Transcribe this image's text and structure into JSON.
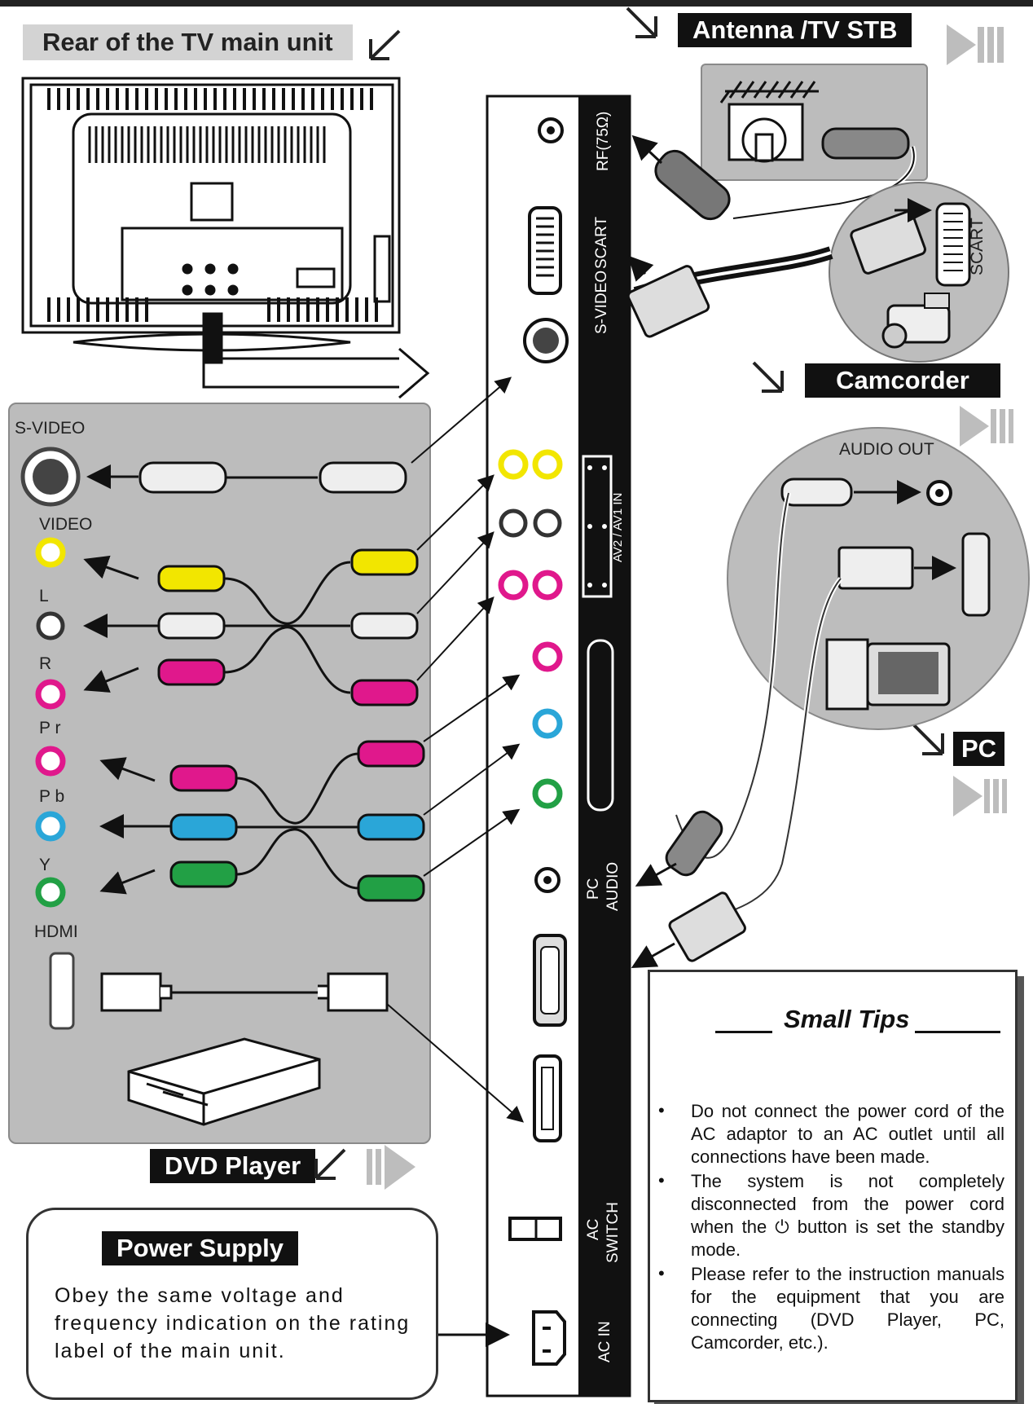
{
  "labels": {
    "rear": "Rear of the TV main unit",
    "antenna": "Antenna /TV STB",
    "camcorder": "Camcorder",
    "pc": "PC",
    "dvd": "DVD Player",
    "power": "Power Supply"
  },
  "ports_left": {
    "svideo": "S-VIDEO",
    "video": "VIDEO",
    "l": "L",
    "r": "R",
    "pr": "P r",
    "pb": "P b",
    "y": "Y",
    "hdmi": "HDMI"
  },
  "ports_panel": {
    "rf": "RF(75Ω)",
    "scart": "SCART",
    "svideo_in": "S-VIDEO",
    "av": "AV2 / AV1 IN",
    "pc_audio_1": "PC",
    "pc_audio_2": "AUDIO",
    "ac_switch_1": "AC",
    "ac_switch_2": "SWITCH",
    "ac_in": "AC IN"
  },
  "right_labels": {
    "scart": "SCART",
    "audio_out": "AUDIO OUT"
  },
  "power_text": "Obey the same voltage and frequency indication on the rating label of the main unit.",
  "tips": {
    "title": "Small Tips",
    "items": [
      "Do not connect the power cord of the AC adaptor to an AC outlet until all connections have been made.",
      "The system is not completely disconnected from the power cord when the ⏻ button  is set the standby mode.",
      "Please refer to the instruction manuals for the equipment that you are connecting (DVD Player, PC, Camcorder, etc.)."
    ]
  },
  "colors": {
    "yellow": "#f2e600",
    "white": "#ffffff",
    "red": "#e0188c",
    "blue": "#2aa6d8",
    "green": "#22a045",
    "panel_grey": "#bcbcbc"
  }
}
